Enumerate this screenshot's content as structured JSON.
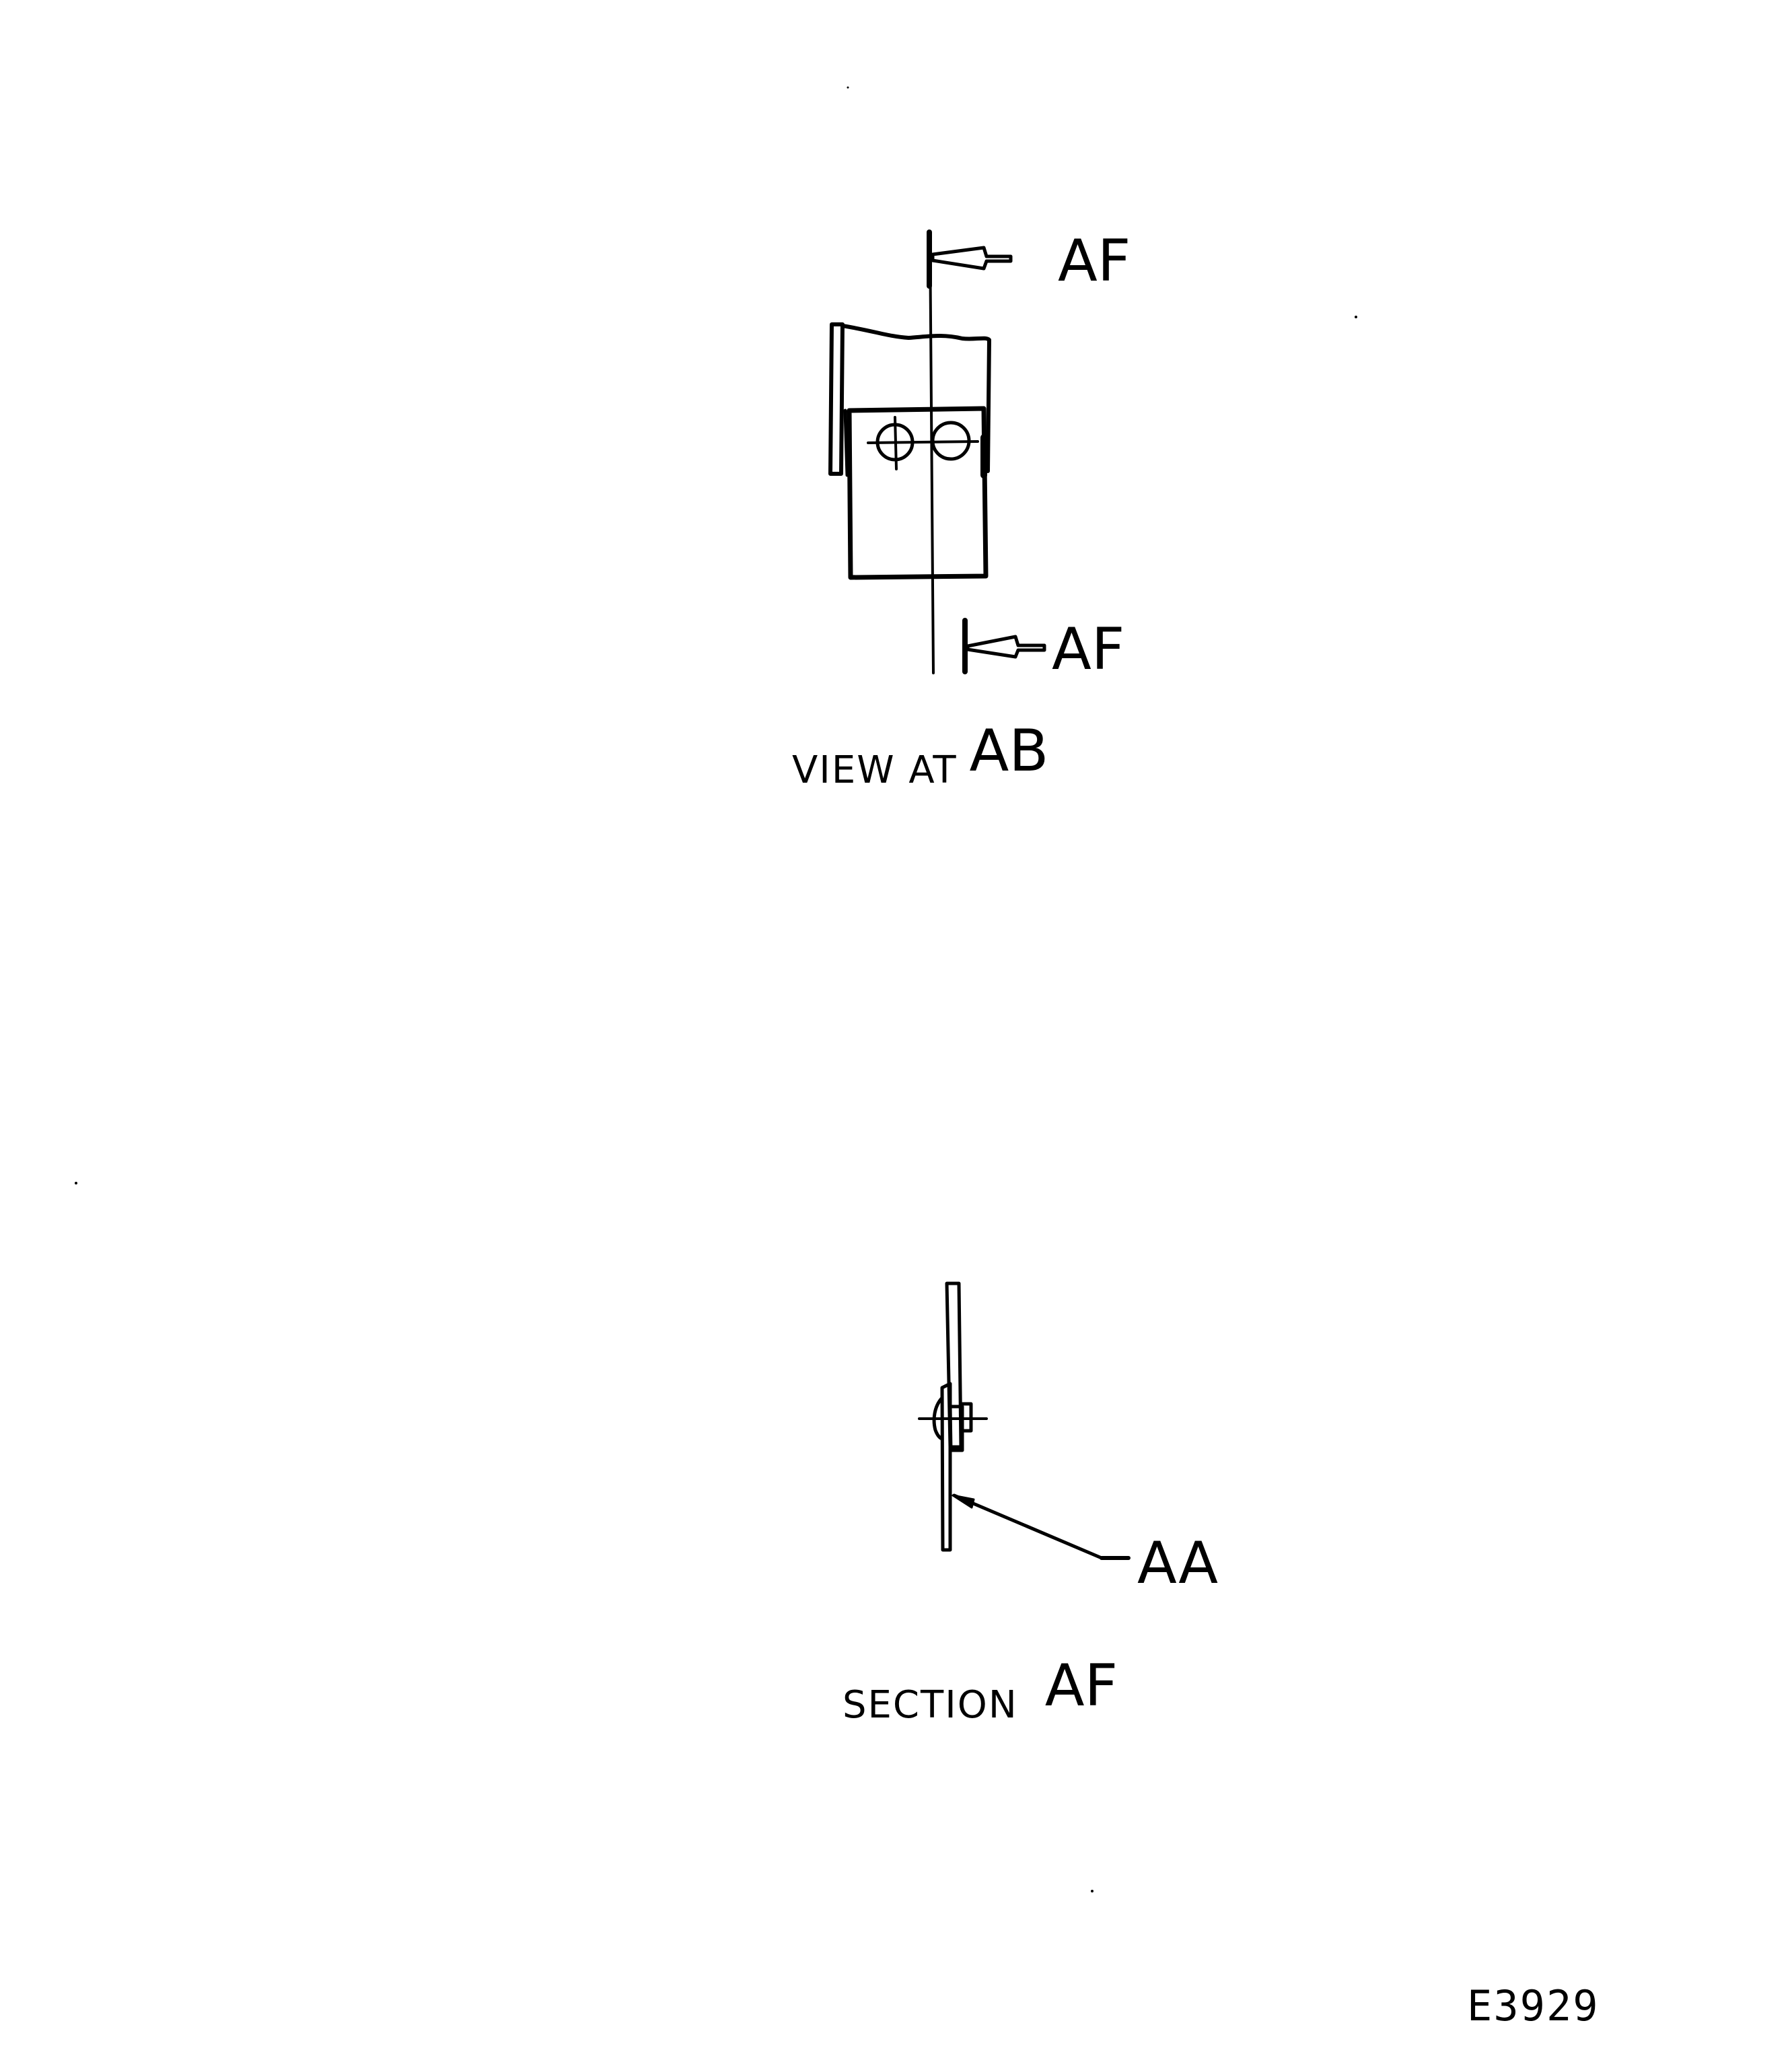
{
  "drawing": {
    "views": [
      {
        "id": "view-ab",
        "caption_prefix": "VIEW AT",
        "caption_id": "AB",
        "section_markers": [
          {
            "label": "AF",
            "position": "top"
          },
          {
            "label": "AF",
            "position": "bottom"
          }
        ],
        "features": [
          "bracket-plate",
          "mounting-plate",
          "two-bolt-holes",
          "section-line"
        ]
      },
      {
        "id": "section-af",
        "caption_prefix": "SECTION",
        "caption_id": "AF",
        "callouts": [
          {
            "label": "AA"
          }
        ],
        "features": [
          "thin-plate",
          "bolt",
          "nut",
          "leader-arrow"
        ]
      }
    ],
    "reference": "E3929"
  },
  "colors": {
    "line": "#000000",
    "background": "#ffffff"
  }
}
